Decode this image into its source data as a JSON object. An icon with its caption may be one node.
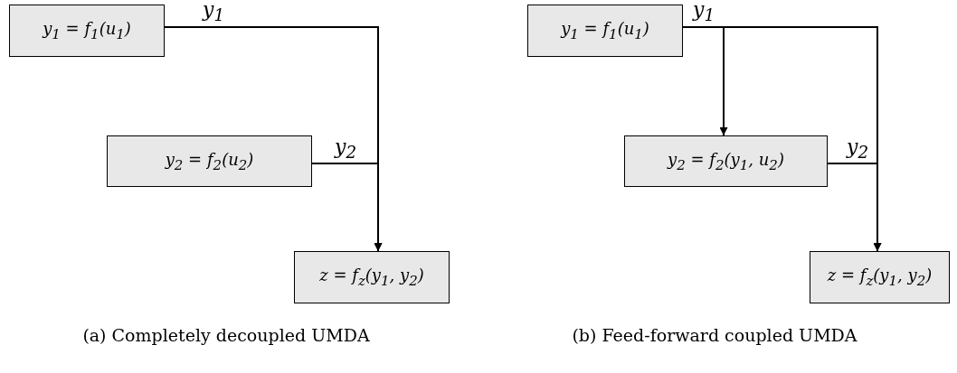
{
  "diagram": {
    "nodes": [
      {
        "text": [
          "y$_{1}$ = f$_{1}$(u$_{1}$)"
        ]
      },
      {
        "text": [
          "y$_{2}$ = f$_{2}$(u$_{2}$)"
        ]
      },
      {
        "text": [
          "z = f$_{z}$(y$_{1}$, y$_{2}$)"
        ]
      },
      {
        "text": [
          "y$_{1}$ = f$_{1}$(u$_{1}$)"
        ]
      },
      {
        "text": [
          "y$_{2}$ = f$_{2}$(y$_{1}$, u$_{2}$)"
        ]
      },
      {
        "text": [
          "z = f$_{z}$(y$_{1}$, y$_{2}$)"
        ]
      }
    ],
    "edges": [
      {
        "from": 0,
        "to": 2,
        "arrow": "to",
        "label": "y$_{1}$"
      },
      {
        "from": 1,
        "to": 2,
        "arrow": "to",
        "label": "y$_{2}$"
      },
      {
        "from": 3,
        "to": 4,
        "arrow": "to"
      },
      {
        "from": 3,
        "to": 5,
        "arrow": "to",
        "label": "y$_{1}$"
      },
      {
        "from": 4,
        "to": 5,
        "arrow": "to",
        "label": "y$_{2}$"
      }
    ],
    "labels": [
      "(a) Completely decoupled UMDA",
      "(b) Feed-forward coupled UMDA"
    ]
  }
}
